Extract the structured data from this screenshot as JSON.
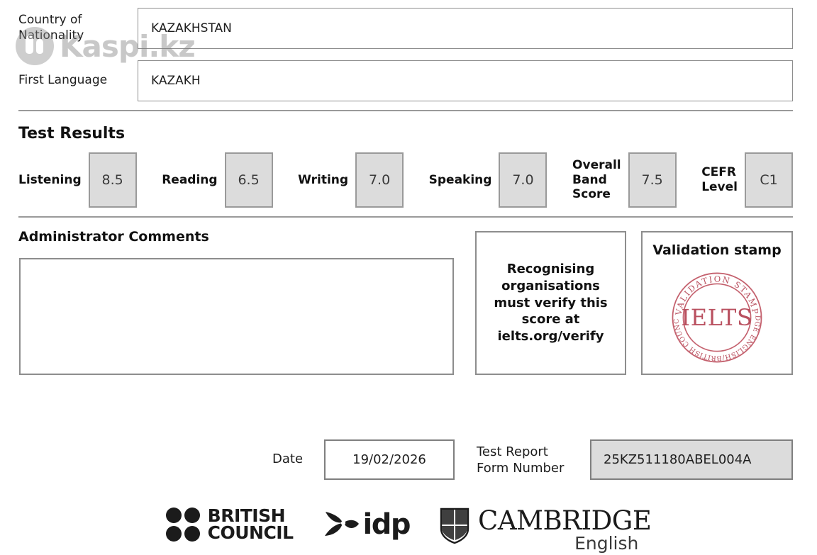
{
  "watermark": {
    "text": "Kaspi.kz",
    "logo_icon": "kaspi-circle-icon"
  },
  "identity": {
    "country_label": "Country of\nNationality",
    "country_value": "KAZAKHSTAN",
    "language_label": "First Language",
    "language_value": "KAZAKH"
  },
  "test_results": {
    "heading": "Test Results",
    "scores": [
      {
        "label": "Listening",
        "value": "8.5"
      },
      {
        "label": "Reading",
        "value": "6.5"
      },
      {
        "label": "Writing",
        "value": "7.0"
      },
      {
        "label": "Speaking",
        "value": "7.0"
      },
      {
        "label": "Overall\nBand\nScore",
        "value": "7.5"
      },
      {
        "label": "CEFR\nLevel",
        "value": "C1"
      }
    ]
  },
  "admin_comments": {
    "heading": "Administrator Comments",
    "value": ""
  },
  "verify_notice": {
    "text": "Recognising organisations must verify this score at ielts.org/verify"
  },
  "validation": {
    "heading": "Validation stamp",
    "stamp_outer_text": "VALIDATION STAMP",
    "stamp_inner_text": "CAMBRIDGE ENGLISH/BRITISH COUNCIL/IDP:IA",
    "stamp_center_text": "IELTS",
    "stamp_color": "#c4606d"
  },
  "footer_form": {
    "date_label": "Date",
    "date_value": "19/02/2026",
    "trf_label": "Test Report\nForm Number",
    "trf_value": "25KZ511180ABEL004A"
  },
  "logos": {
    "british_council": {
      "line1": "BRITISH",
      "line2": "COUNCIL",
      "icon": "british-council-dots-icon"
    },
    "idp": {
      "word": "idp",
      "icon": "idp-leaf-icon"
    },
    "cambridge": {
      "word": "CAMBRIDGE",
      "sub": "English",
      "icon": "cambridge-crest-icon"
    }
  }
}
